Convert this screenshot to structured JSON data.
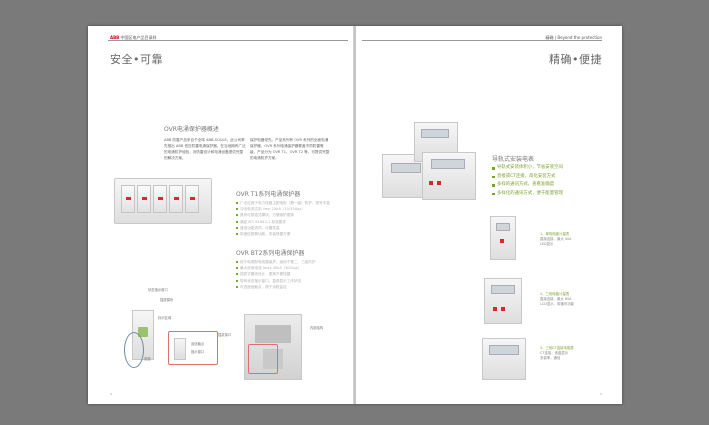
{
  "left_page": {
    "header_brand": "ABB",
    "header_text": "中国区电产品目录样",
    "section_title": "安全•可靠",
    "intro_title": "OVR电涌保护器概述",
    "intro_col1": "ABB 防雷产品来自于全球 ABB-SOULE。此公司率先推出 ABB 低压防雷电涌保护器，在当地拥有广泛的电涌防护经验，对防雷设计和电涌设备提供完整的解决方案。",
    "intro_col2": "保护电器领先。产品系列有 OVR 系列的全面电涌保护器，OVR 系列电涌保护器覆盖不同防雷等级，产品分为 OVR T1、OVR T2 等，可提供完整的电涌防护方案。",
    "t1_title": "OVR T1系列电涌保护器",
    "t1_bullets": [
      "广泛应用于电力线路主配电柜（第一级）防护，型号丰富",
      "冲击电流达到 Iimp 25kA（10/350μs）",
      "具有可拔插式模块，方便维护更换",
      "满足 IEC 61643-1 标准要求",
      "遥信功能选项，可靠性高",
      "带遥信报警功能，安装快捷方便"
    ],
    "t2_title": "OVR BT2系列电涌保护器",
    "t2_bullets": [
      "用于电源配电线路保护，适用于第二、三级防护",
      "最大放电电流 Imax 40kA（8/20μs）",
      "插拔式模块设计，更换方便快捷",
      "带有状态指示窗口，直观显示工作状态",
      "可选遥信触点，便于远程监控"
    ],
    "diagram_labels_a": [
      "状态指示窗口",
      "插拔模块",
      "标识区域",
      "底座"
    ],
    "diagram_labels_b": [
      "遥信触点",
      "指示窗口"
    ],
    "diagram_labels_c": [
      "内部结构",
      "插拔接口"
    ],
    "page_number": "4"
  },
  "right_page": {
    "header_text": "精确 | Beyond the protection",
    "section_title": "精确•便捷",
    "meter_title": "导轨式安装电表",
    "meter_bullets": [
      "导轨式安装体积小，节省安装空间",
      "直接或CT连接，简化安装方式",
      "多样的通讯方式，查看准确度",
      "多样化的通讯方式，便于能量管理"
    ],
    "meters": [
      {
        "title": "1、单相电能计量表",
        "lines": [
          "直接连接，最大 40A",
          "LED显示"
        ]
      },
      {
        "title": "2、三相电能计量表",
        "lines": [
          "直接连接，最大 65A",
          "LCD显示，带通讯功能"
        ]
      },
      {
        "title": "3、三相CT连接电能表",
        "lines": [
          "CT连接，液晶显示",
          "多费率，通信"
        ]
      }
    ],
    "page_number": "5"
  }
}
